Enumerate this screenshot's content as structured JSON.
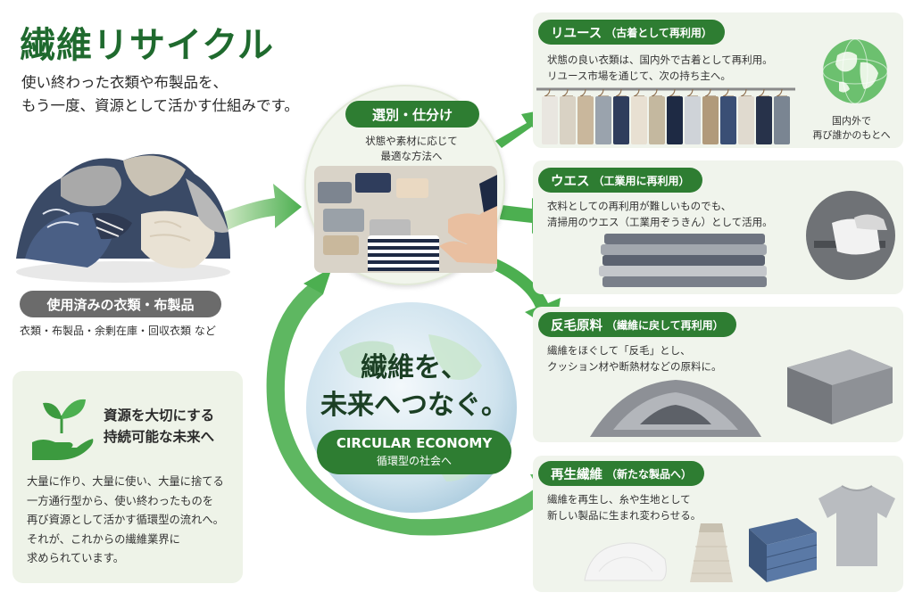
{
  "header": {
    "title": "繊維リサイクル",
    "subtitle_lines": [
      "使い終わった衣類や布製品を、",
      "もう一度、資源として活かす仕組みです。"
    ]
  },
  "used": {
    "label": "使用済みの衣類・布製品",
    "desc": "衣類・布製品・余剰在庫・回収衣類 など"
  },
  "resources": {
    "title_lines": [
      "資源を大切にする",
      "持続可能な未来へ"
    ],
    "body_lines": [
      "大量に作り、大量に使い、大量に捨てる",
      "一方通行型から、使い終わったものを",
      "再び資源として活かす循環型の流れへ。",
      "それが、これからの繊維業界に",
      "求められています。"
    ]
  },
  "sorting": {
    "label": "選別・仕分け",
    "desc_lines": [
      "状態や素材に応じて",
      "最適な方法へ"
    ]
  },
  "center": {
    "title_lines": [
      "繊維を、",
      "未来へつなぐ。"
    ],
    "ce_en": "CIRCULAR ECONOMY",
    "ce_jp": "循環型の社会へ"
  },
  "reuse": {
    "label": "リユース",
    "sub": "（古着として再利用）",
    "desc_lines": [
      "状態の良い衣類は、国内外で古着として再利用。",
      "リユース市場を通じて、次の持ち主へ。"
    ],
    "world_label_lines": [
      "国内外で",
      "再び誰かのもとへ"
    ]
  },
  "waste": {
    "label": "ウエス",
    "sub": "（工業用に再利用）",
    "desc_lines": [
      "衣料としての再利用が難しいものでも、",
      "清掃用のウエス（工業用ぞうきん）として活用。"
    ]
  },
  "reclaimed": {
    "label": "反毛原料",
    "sub": "（繊維に戻して再利用）",
    "desc_lines": [
      "繊維をほぐして「反毛」とし、",
      "クッション材や断熱材などの原料に。"
    ]
  },
  "regen": {
    "label": "再生繊維",
    "sub": "（新たな製品へ）",
    "desc_lines": [
      "繊維を再生し、糸や生地として",
      "新しい製品に生まれ変わらせる。"
    ]
  },
  "colors": {
    "primary_green": "#2e7d32",
    "title_green": "#1f6a2e",
    "arrow_green": "#5cb85c",
    "card_bg": "#f0f4ec",
    "gray_pill": "#6b6b6b"
  }
}
